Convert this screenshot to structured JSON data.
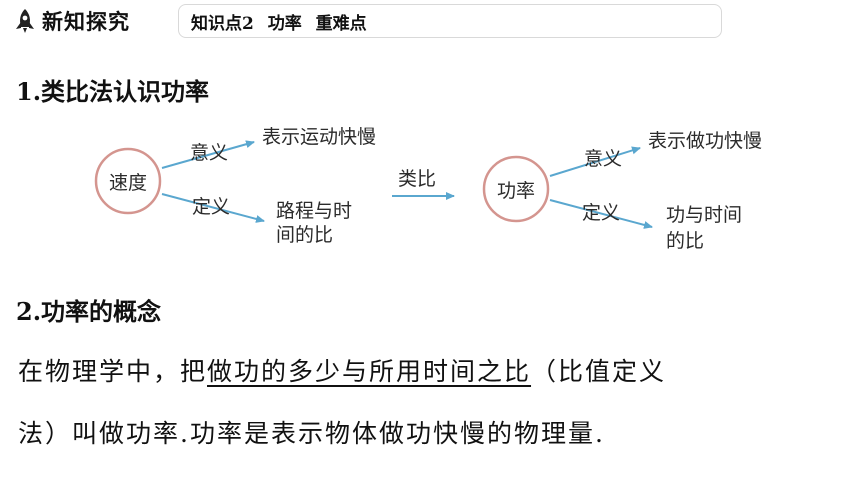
{
  "header": {
    "section_label": "新知探究",
    "topic_line": "知识点2 功率 重难点"
  },
  "section1": {
    "heading": "1.类比法认识功率"
  },
  "diagram": {
    "left_node": "速度",
    "left_top_edge": "意义",
    "left_top_target": "表示运动快慢",
    "left_bottom_edge": "定义",
    "left_bottom_target_line1": "路程与时",
    "left_bottom_target_line2": "间的比",
    "center_edge": "类比",
    "right_node": "功率",
    "right_top_edge": "意义",
    "right_top_target": "表示做功快慢",
    "right_bottom_edge": "定义",
    "right_bottom_target_line1": "功与时间",
    "right_bottom_target_line2": "的比",
    "circle_color": "#d4958f",
    "arrow_color": "#5aa7cf"
  },
  "section2": {
    "heading": "2.功率的概念",
    "para_line1_pre": "在物理学中，把",
    "para_line1_underlined": "做功的多少与所用时间之比",
    "para_line1_post": "（比值定义",
    "para_line2": "法）叫做功率.功率是表示物体做功快慢的物理量."
  }
}
